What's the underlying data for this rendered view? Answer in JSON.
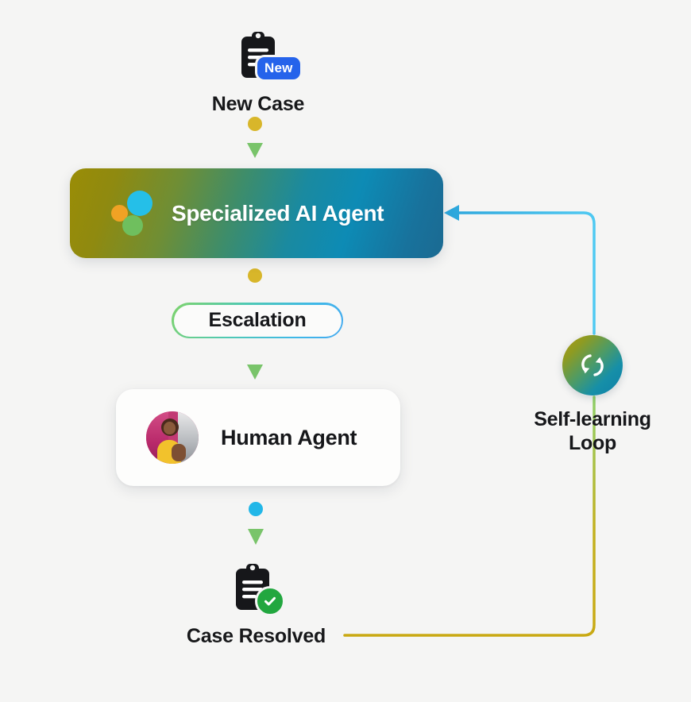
{
  "diagram": {
    "background_color": "#f5f5f4",
    "nodes": {
      "new_case": {
        "label": "New Case",
        "badge": "New",
        "badge_color": "#2563eb",
        "icon": "clipboard-icon"
      },
      "ai_agent": {
        "label": "Specialized AI Agent",
        "icon": "three-dots-icon",
        "gradient_from": "#9a8c06",
        "gradient_mid": "#0d8bb5",
        "gradient_to": "#1b6a92",
        "dot_colors": {
          "orange": "#f0a224",
          "cyan": "#25bfe8",
          "green": "#6fbf5e"
        }
      },
      "escalation": {
        "label": "Escalation",
        "border_from": "#7fd36b",
        "border_to": "#45a9f0"
      },
      "human_agent": {
        "label": "Human Agent",
        "icon": "avatar-photo"
      },
      "self_learning_loop": {
        "label_line1": "Self-learning",
        "label_line2": "Loop",
        "icon": "refresh-loop-icon",
        "gradient_from": "#b09a10",
        "gradient_to": "#0f7fa8"
      },
      "case_resolved": {
        "label": "Case Resolved",
        "icon": "clipboard-check-icon",
        "check_color": "#22a73f"
      }
    },
    "connectors": [
      {
        "name": "new-case-to-ai-agent",
        "from": "new_case",
        "to": "ai_agent",
        "start_dot_color": "#d8b62a",
        "arrow_color": "#79c46a"
      },
      {
        "name": "ai-agent-to-escalation",
        "from": "ai_agent",
        "to": "escalation",
        "start_dot_color": "#d8b62a",
        "arrow_color": "#8fcf70"
      },
      {
        "name": "escalation-to-human-agent",
        "from": "escalation",
        "to": "human_agent",
        "arrow_color": "#79c46a"
      },
      {
        "name": "human-agent-to-case-resolved",
        "from": "human_agent",
        "to": "case_resolved",
        "start_dot_color": "#22b7e8",
        "arrow_color": "#79c46a"
      },
      {
        "name": "case-resolved-to-loop",
        "from": "case_resolved",
        "to": "self_learning_loop",
        "line_color_start": "#c9a913",
        "line_color_end": "#8fd06a"
      },
      {
        "name": "loop-to-ai-agent",
        "from": "self_learning_loop",
        "to": "ai_agent",
        "line_color": "#3fc0f0"
      }
    ]
  }
}
